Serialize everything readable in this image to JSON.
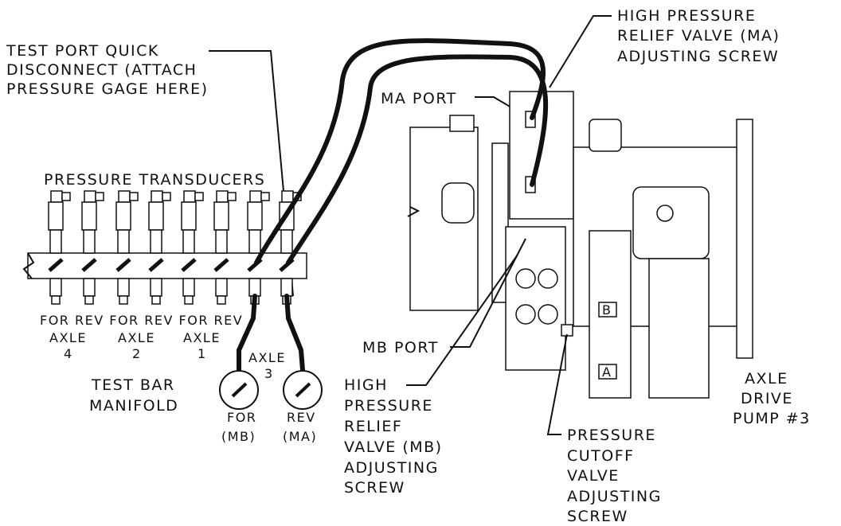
{
  "labels": {
    "test_port": [
      "TEST PORT QUICK",
      "DISCONNECT (ATTACH",
      "PRESSURE GAGE HERE)"
    ],
    "high_pressure_ma": [
      "HIGH PRESSURE",
      "RELIEF VALVE (MA)",
      "ADJUSTING SCREW"
    ],
    "ma_port": "MA PORT",
    "mb_port": "MB PORT",
    "pressure_transducers": "PRESSURE TRANSDUCERS",
    "for_rev": [
      "FOR REV FOR REV FOR REV"
    ],
    "axle_4": [
      "AXLE",
      "4"
    ],
    "axle_2": [
      "AXLE",
      "2"
    ],
    "axle_1": [
      "AXLE",
      "1"
    ],
    "axle_3": [
      "AXLE",
      "3"
    ],
    "test_bar_manifold": [
      "TEST BAR",
      "MANIFOLD"
    ],
    "gauge_for": [
      "FOR",
      "(MB)"
    ],
    "gauge_rev": [
      "REV",
      "(MA)"
    ],
    "high_pressure_mb": [
      "HIGH",
      "PRESSURE",
      "RELIEF",
      "VALVE (MB)",
      "ADJUSTING",
      "SCREW"
    ],
    "pressure_cutoff": [
      "PRESSURE",
      "CUTOFF",
      "VALVE",
      "ADJUSTING",
      "SCREW"
    ],
    "axle_drive_pump": [
      "AXLE",
      "DRIVE",
      "PUMP #3"
    ],
    "valve_a": "A",
    "valve_b": "B"
  }
}
